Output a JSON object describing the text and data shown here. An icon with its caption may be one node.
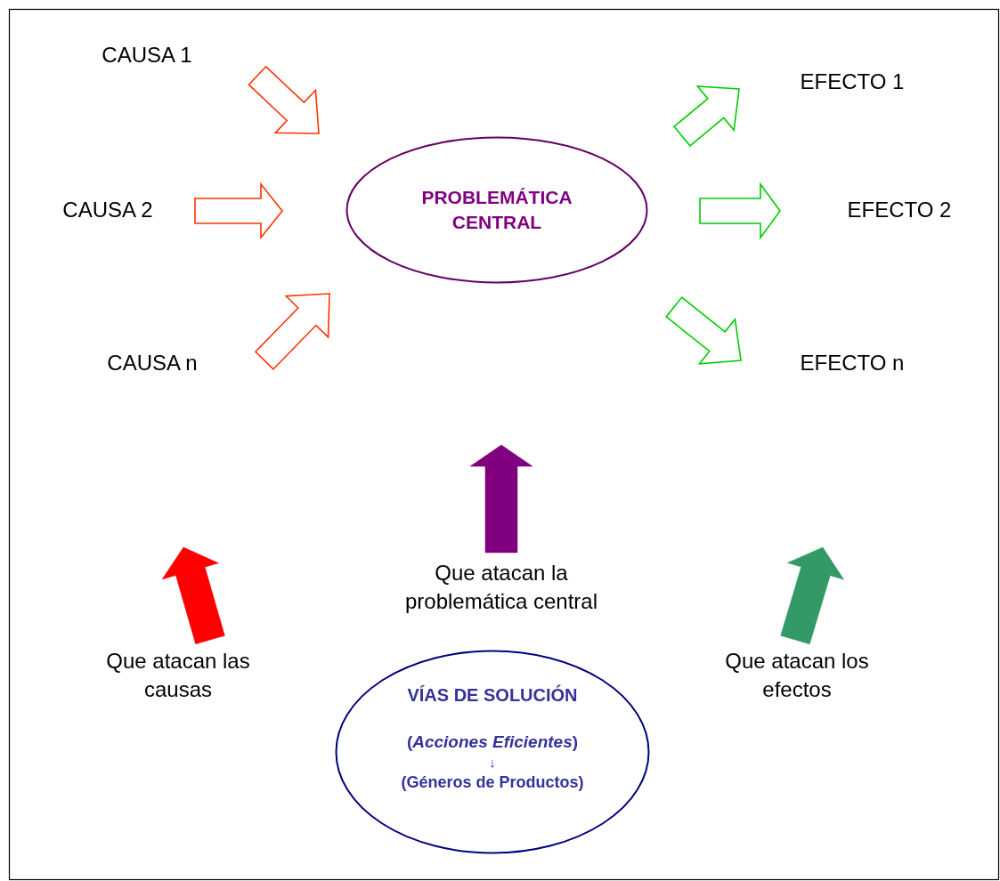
{
  "diagram": {
    "nodes": [
      {
        "text": [
          "CAUSA 1"
        ]
      },
      {
        "text": [
          "CAUSA 2"
        ]
      },
      {
        "text": [
          "CAUSA n"
        ]
      },
      {
        "text": [
          "PROBLEMÁTICA CENTRAL"
        ]
      },
      {
        "text": [
          "EFECTO 1"
        ]
      },
      {
        "text": [
          "EFECTO 2"
        ]
      },
      {
        "text": [
          "EFECTO n"
        ]
      },
      {
        "text": [
          "Que atacan las causas"
        ]
      },
      {
        "text": [
          "Que atacan la problemática central"
        ]
      },
      {
        "text": [
          "Que atacan los efectos"
        ]
      },
      {
        "text": [
          "VÍAS DE SOLUCIÓN",
          "(*Acciones Eficientes*)",
          "↓",
          "(Géneros de Productos)"
        ]
      }
    ],
    "edges": [
      {
        "from": 0,
        "to": 3,
        "arrow": "to",
        "color": "#ff3300"
      },
      {
        "from": 1,
        "to": 3,
        "arrow": "to",
        "color": "#ff3300"
      },
      {
        "from": 2,
        "to": 3,
        "arrow": "to",
        "color": "#ff3300"
      },
      {
        "from": 3,
        "to": 4,
        "arrow": "to",
        "color": "#00cc00"
      },
      {
        "from": 3,
        "to": 5,
        "arrow": "to",
        "color": "#00cc00"
      },
      {
        "from": 3,
        "to": 6,
        "arrow": "to",
        "color": "#00cc00"
      },
      {
        "from": 7,
        "to": null,
        "arrow": "to",
        "style": "thick",
        "color": "#ff0000"
      },
      {
        "from": 8,
        "to": null,
        "arrow": "to",
        "style": "thick",
        "color": "#800080"
      },
      {
        "from": 9,
        "to": null,
        "arrow": "to",
        "style": "thick",
        "color": "#339966"
      }
    ]
  }
}
